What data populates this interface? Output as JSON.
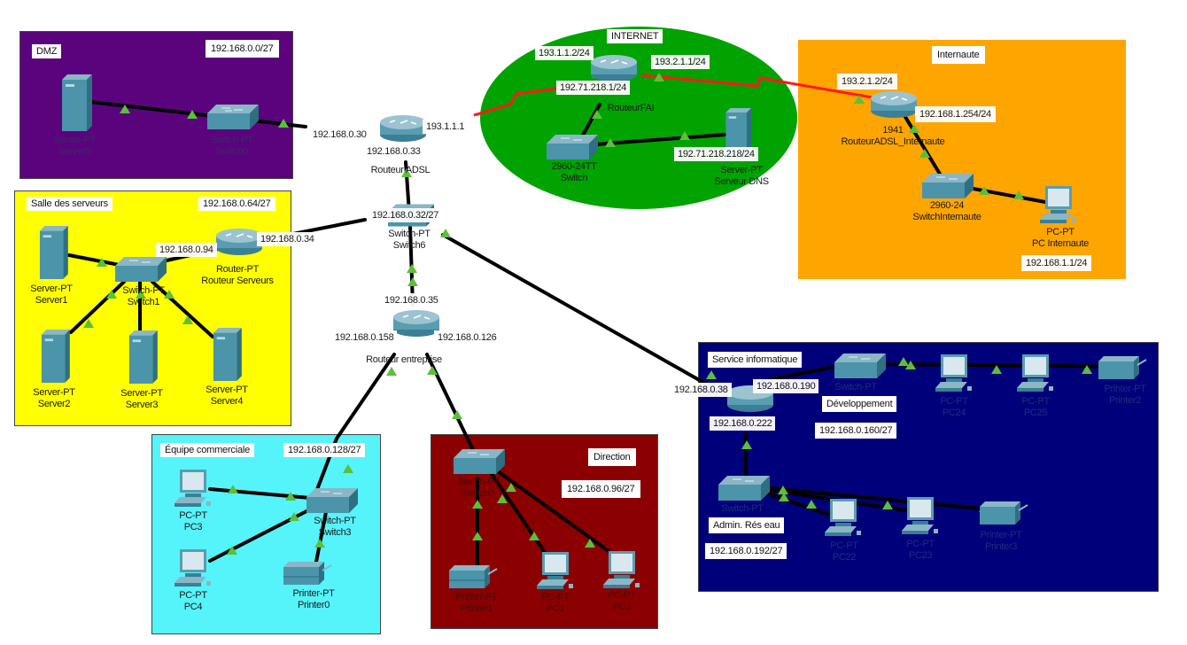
{
  "zones": {
    "dmz": {
      "title": "DMZ",
      "subnet": "192.168.0.0/27",
      "color": "#5a037c"
    },
    "servers": {
      "title": "Salle des serveurs",
      "subnet": "192.168.0.64/27",
      "color": "#ffff00"
    },
    "internet": {
      "title": "INTERNET",
      "color": "#00a300"
    },
    "internaute": {
      "title": "Internaute",
      "color": "#ffa500"
    },
    "commercial": {
      "title": "Équipe commerciale",
      "subnet": "192.168.0.128/27",
      "color": "#55f4fa"
    },
    "direction": {
      "title": "Direction",
      "subnet": "192.168.0.96/27",
      "color": "#8b0000"
    },
    "it": {
      "title": "Service informatique",
      "color": "#00007a",
      "dev_title": "Développement",
      "dev_subnet": "192.168.0.160/27",
      "admin_title": "Admin. Rés eau",
      "admin_subnet": "192.168.0.192/27"
    }
  },
  "devices": {
    "server0": {
      "type": "Server-PT",
      "name": "Server0"
    },
    "switch0": {
      "type": "Switch-PT",
      "name": "Switch0"
    },
    "routeur_adsl": {
      "name": "Routeur ADSL",
      "ip_left": "192.168.0.30",
      "ip_right": "193.1.1.1",
      "ip_down": "192.168.0.33"
    },
    "routeur_fai": {
      "name": "RouteurFAI",
      "ip_left": "193.1.1.2/24",
      "ip_right": "193.2.1.1/24",
      "ip_down": "192.71.218.1/24"
    },
    "switch_fai": {
      "type": "2960-24TT",
      "name": "Switch"
    },
    "serveur_dns": {
      "type": "Server-PT",
      "name": "Serveur DNS",
      "ip": "192.71.218.218/24"
    },
    "routeur_internaute": {
      "type": "1941",
      "name": "RouteurADSL_Internaute",
      "ip_left": "193.2.1.2/24",
      "ip_right": "192.168.1.254/24"
    },
    "switch_internaute": {
      "type": "2960-24",
      "name": "SwitchInternaute"
    },
    "pc_internaute": {
      "type": "PC-PT",
      "name": "PC Internaute",
      "ip": "192.168.1.1/24"
    },
    "switch6": {
      "type": "Switch-PT",
      "name": "Switch6",
      "subnet": "192.168.0.32/27"
    },
    "routeur_serveurs": {
      "type": "Router-PT",
      "name": "Routeur Serveurs",
      "ip_left": "192.168.0.94",
      "ip_right": "192.168.0.34"
    },
    "switch1": {
      "type": "Switch-PT",
      "name": "Switch1"
    },
    "server1": {
      "type": "Server-PT",
      "name": "Server1"
    },
    "server2": {
      "type": "Server-PT",
      "name": "Server2"
    },
    "server3": {
      "type": "Server-PT",
      "name": "Server3"
    },
    "server4": {
      "type": "Server-PT",
      "name": "Server4"
    },
    "routeur_entreprise": {
      "name": "Routeur entreprise",
      "ip_up": "192.168.0.35",
      "ip_left": "192.168.0.158",
      "ip_right": "192.168.0.126"
    },
    "switch3": {
      "type": "Switch-PT",
      "name": "Switch3"
    },
    "pc3": {
      "type": "PC-PT",
      "name": "PC3"
    },
    "pc4": {
      "type": "PC-PT",
      "name": "PC4"
    },
    "printer0": {
      "type": "Printer-PT",
      "name": "Printer0"
    },
    "switch2": {
      "type": "Switch-PT",
      "name": "Switch2"
    },
    "printer1": {
      "type": "Printer-PT",
      "name": "Printer1"
    },
    "pc1": {
      "type": "PC-PT",
      "name": "PC1"
    },
    "pc2": {
      "type": "PC-PT",
      "name": "PC2"
    },
    "routeur_info": {
      "ip_left": "192.168.0.38",
      "ip_right": "192.168.0.190",
      "ip_down": "192.168.0.222"
    },
    "switch_dev": {
      "type": "Switch-PT"
    },
    "pc24": {
      "type": "PC-PT",
      "name": "PC24"
    },
    "pc25": {
      "type": "PC-PT",
      "name": "PC25"
    },
    "printer2": {
      "type": "Printer-PT",
      "name": "Printer2"
    },
    "switch_admin": {
      "type": "Switch-PT"
    },
    "pc22": {
      "type": "PC-PT",
      "name": "PC22"
    },
    "pc23": {
      "type": "PC-PT",
      "name": "PC23"
    },
    "printer3": {
      "type": "Printer-PT",
      "name": "Printer3"
    }
  }
}
